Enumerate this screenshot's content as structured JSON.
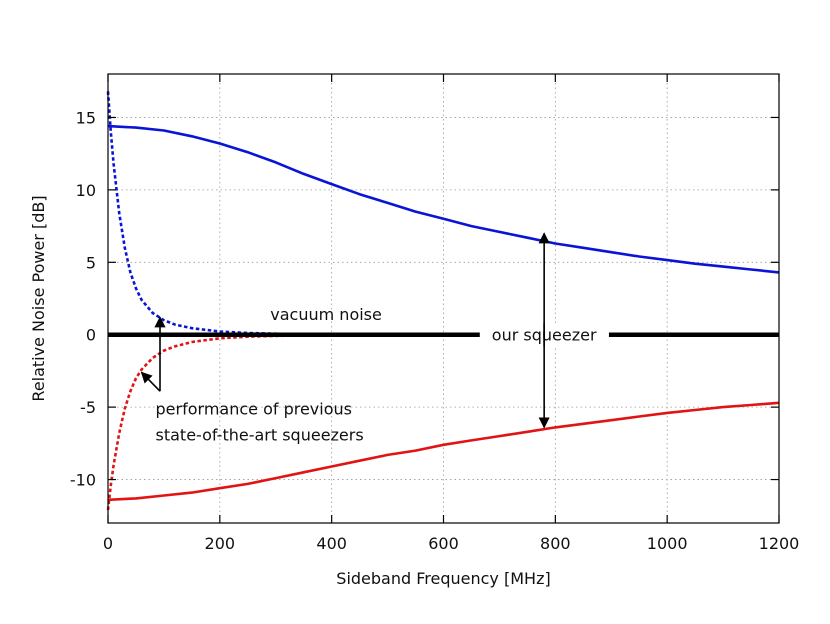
{
  "chart_data": {
    "type": "line",
    "title": "",
    "xlabel": "Sideband Frequency [MHz]",
    "ylabel": "Relative Noise Power [dB]",
    "xlim": [
      0,
      1200
    ],
    "ylim": [
      -13,
      18
    ],
    "xticks": [
      0,
      200,
      400,
      600,
      800,
      1000,
      1200
    ],
    "yticks": [
      -10,
      -5,
      0,
      5,
      10,
      15
    ],
    "grid": true,
    "legend": "none",
    "series": [
      {
        "style": "solid",
        "color": "#0a14d6",
        "x": [
          0,
          50,
          100,
          150,
          200,
          250,
          300,
          350,
          400,
          450,
          500,
          550,
          600,
          650,
          700,
          750,
          800,
          850,
          900,
          950,
          1000,
          1050,
          1100,
          1150,
          1200
        ],
        "y": [
          14.4,
          14.3,
          14.1,
          13.7,
          13.2,
          12.6,
          11.9,
          11.1,
          10.4,
          9.7,
          9.1,
          8.5,
          8.0,
          7.5,
          7.1,
          6.7,
          6.3,
          6.0,
          5.7,
          5.4,
          5.15,
          4.9,
          4.7,
          4.5,
          4.3
        ]
      },
      {
        "style": "dashed",
        "color": "#0a14d6",
        "x": [
          0,
          5,
          10,
          20,
          30,
          40,
          50,
          60,
          80,
          100,
          120,
          150,
          200,
          250,
          300,
          400
        ],
        "y": [
          16.8,
          14.0,
          11.8,
          8.4,
          6.0,
          4.3,
          3.2,
          2.4,
          1.5,
          1.0,
          0.7,
          0.45,
          0.22,
          0.12,
          0.07,
          0.0
        ]
      },
      {
        "style": "solid",
        "color": "#e01414",
        "x": [
          0,
          50,
          100,
          150,
          200,
          250,
          300,
          350,
          400,
          450,
          500,
          550,
          600,
          650,
          700,
          750,
          800,
          850,
          900,
          950,
          1000,
          1050,
          1100,
          1150,
          1200
        ],
        "y": [
          -11.4,
          -11.3,
          -11.1,
          -10.9,
          -10.6,
          -10.3,
          -9.9,
          -9.5,
          -9.1,
          -8.7,
          -8.3,
          -8.0,
          -7.6,
          -7.3,
          -7.0,
          -6.7,
          -6.4,
          -6.15,
          -5.9,
          -5.65,
          -5.4,
          -5.2,
          -5.0,
          -4.85,
          -4.7
        ]
      },
      {
        "style": "dashed",
        "color": "#e01414",
        "x": [
          0,
          5,
          10,
          20,
          30,
          40,
          50,
          60,
          80,
          100,
          120,
          150,
          200,
          250,
          300,
          400
        ],
        "y": [
          -12.1,
          -10.4,
          -9.0,
          -6.8,
          -5.1,
          -3.9,
          -3.0,
          -2.4,
          -1.6,
          -1.1,
          -0.8,
          -0.5,
          -0.25,
          -0.14,
          -0.08,
          0.0
        ]
      },
      {
        "style": "solid",
        "color": "#000000",
        "linewidth": "thick",
        "x": [
          0,
          1200
        ],
        "y": [
          0,
          0
        ]
      }
    ],
    "annotations": {
      "vacuum_noise": "vacuum noise",
      "our_squeezer": "our squeezer",
      "previous_line1": "performance of previous",
      "previous_line2": "state-of-the-art squeezers"
    }
  }
}
